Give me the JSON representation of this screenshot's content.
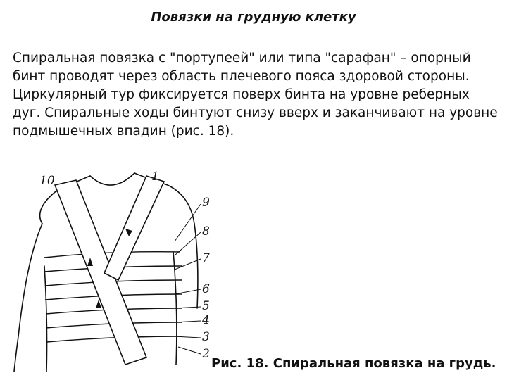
{
  "title": "Повязки на грудную клетку",
  "body": "Спиральная повязка с \"портупеей\" или типа \"сарафан\" – опорный бинт проводят через область плечевого пояса здоровой стороны. Циркулярный тур фиксируется поверх бинта на уровне реберных дуг. Спиральные ходы бинтуют снизу вверх и заканчивают на уровне подмышечных впадин (рис. 18).",
  "figure": {
    "caption": "Рис. 18. Спиральная повязка на грудь.",
    "labels": [
      "10",
      "1",
      "9",
      "8",
      "7",
      "6",
      "5",
      "4",
      "3",
      "2"
    ]
  }
}
